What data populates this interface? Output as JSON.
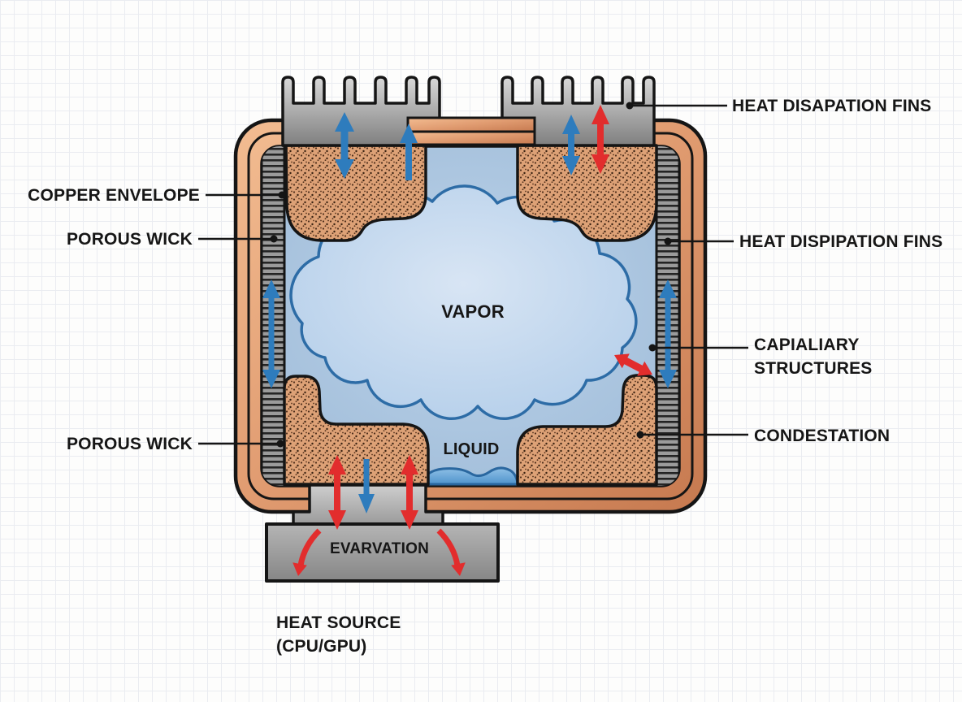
{
  "diagram": {
    "subject": "heat-pipe-vapor-chamber-diagram",
    "labels": {
      "heat_disapation_fins_top": "HEAT DISAPATION FINS",
      "copper_envelope": "COPPER ENVELOPE",
      "porous_wick_upper": "POROUS WICK",
      "heat_dispipation_fins_right": "HEAT DISPIPATION FINS",
      "capialiary": {
        "line1": "CAPIALIARY",
        "line2": "STRUCTURES"
      },
      "condestation": "CONDESTATION",
      "porous_wick_lower": "POROUS WICK",
      "vapor": "VAPOR",
      "liquid": "LIQUID",
      "evarvation": "EVARVATION",
      "heat_source": {
        "line1": "HEAT SOURCE",
        "line2": "(CPU/GPU)"
      }
    },
    "colors": {
      "background": "#fdfdfc",
      "grid_line": "#eaecf1",
      "outline_black": "#151515",
      "copper_light": "#f3bd92",
      "copper_mid": "#e09b70",
      "copper_dark": "#c6794f",
      "wick_tan": "#dda176",
      "wick_dot": "#432917",
      "interior_blue": "#a9c4de",
      "cloud_fill": "#c3d8ee",
      "cloud_stroke": "#2d6ca6",
      "liquid_blue": "#5b9bd5",
      "fin_gray": "#a8a8a8",
      "strip_gray": "#9b9b9b",
      "arrow_blue": "#2e7cbd",
      "arrow_red": "#e22d2d",
      "text_black": "#161616"
    }
  }
}
